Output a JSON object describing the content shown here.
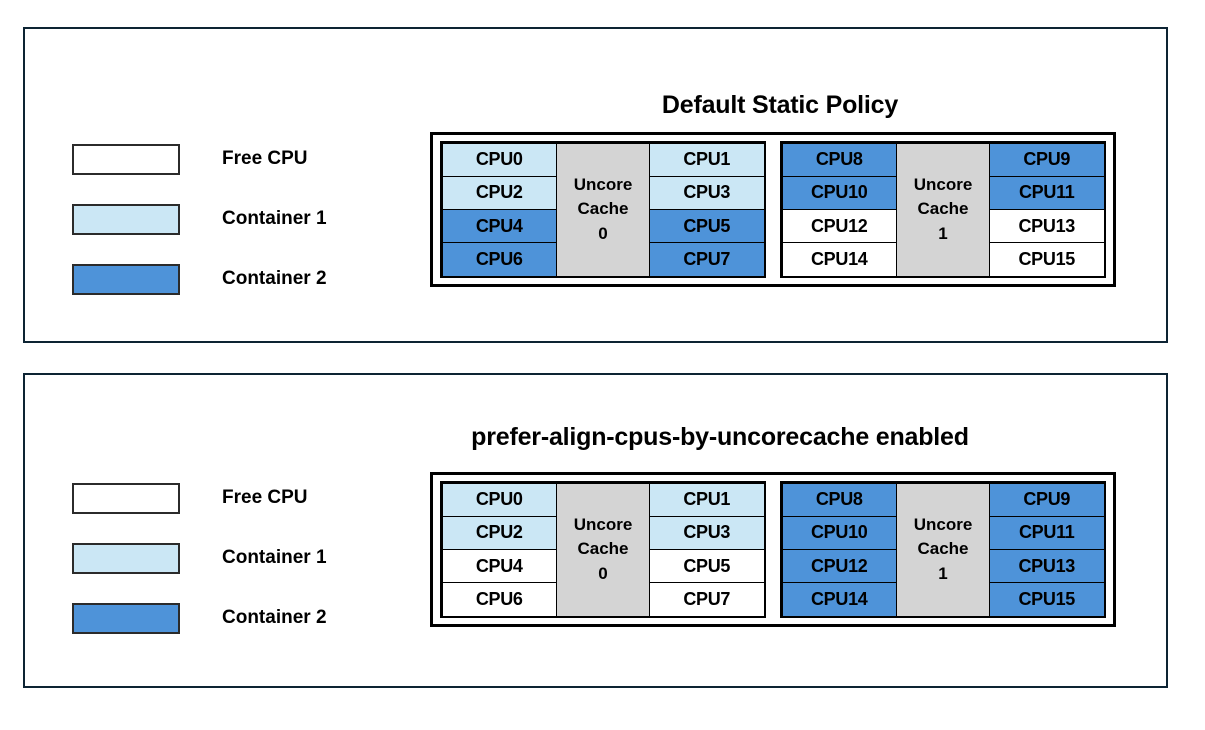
{
  "colors": {
    "panel_border": "#0d2433",
    "free": "#ffffff",
    "container1": "#cbe7f5",
    "container2": "#4e93d9",
    "uncore_cache": "#d4d4d4",
    "cell_border": "#000000"
  },
  "panels": [
    {
      "title": "Default Static Policy",
      "legend": [
        {
          "label": "Free CPU",
          "state": "free"
        },
        {
          "label": "Container 1",
          "state": "container1"
        },
        {
          "label": "Container 2",
          "state": "container2"
        }
      ],
      "groups": [
        {
          "cache_line1": "Uncore",
          "cache_line2": "Cache",
          "cache_line3": "0",
          "left_column": [
            {
              "label": "CPU0",
              "state": "container1"
            },
            {
              "label": "CPU2",
              "state": "container1"
            },
            {
              "label": "CPU4",
              "state": "container2"
            },
            {
              "label": "CPU6",
              "state": "container2"
            }
          ],
          "right_column": [
            {
              "label": "CPU1",
              "state": "container1"
            },
            {
              "label": "CPU3",
              "state": "container1"
            },
            {
              "label": "CPU5",
              "state": "container2"
            },
            {
              "label": "CPU7",
              "state": "container2"
            }
          ]
        },
        {
          "cache_line1": "Uncore",
          "cache_line2": "Cache",
          "cache_line3": "1",
          "left_column": [
            {
              "label": "CPU8",
              "state": "container2"
            },
            {
              "label": "CPU10",
              "state": "container2"
            },
            {
              "label": "CPU12",
              "state": "free"
            },
            {
              "label": "CPU14",
              "state": "free"
            }
          ],
          "right_column": [
            {
              "label": "CPU9",
              "state": "container2"
            },
            {
              "label": "CPU11",
              "state": "container2"
            },
            {
              "label": "CPU13",
              "state": "free"
            },
            {
              "label": "CPU15",
              "state": "free"
            }
          ]
        }
      ]
    },
    {
      "title": "prefer-align-cpus-by-uncorecache enabled",
      "legend": [
        {
          "label": "Free CPU",
          "state": "free"
        },
        {
          "label": "Container 1",
          "state": "container1"
        },
        {
          "label": "Container 2",
          "state": "container2"
        }
      ],
      "groups": [
        {
          "cache_line1": "Uncore",
          "cache_line2": "Cache",
          "cache_line3": "0",
          "left_column": [
            {
              "label": "CPU0",
              "state": "container1"
            },
            {
              "label": "CPU2",
              "state": "container1"
            },
            {
              "label": "CPU4",
              "state": "free"
            },
            {
              "label": "CPU6",
              "state": "free"
            }
          ],
          "right_column": [
            {
              "label": "CPU1",
              "state": "container1"
            },
            {
              "label": "CPU3",
              "state": "container1"
            },
            {
              "label": "CPU5",
              "state": "free"
            },
            {
              "label": "CPU7",
              "state": "free"
            }
          ]
        },
        {
          "cache_line1": "Uncore",
          "cache_line2": "Cache",
          "cache_line3": "1",
          "left_column": [
            {
              "label": "CPU8",
              "state": "container2"
            },
            {
              "label": "CPU10",
              "state": "container2"
            },
            {
              "label": "CPU12",
              "state": "container2"
            },
            {
              "label": "CPU14",
              "state": "container2"
            }
          ],
          "right_column": [
            {
              "label": "CPU9",
              "state": "container2"
            },
            {
              "label": "CPU11",
              "state": "container2"
            },
            {
              "label": "CPU13",
              "state": "container2"
            },
            {
              "label": "CPU15",
              "state": "container2"
            }
          ]
        }
      ]
    }
  ]
}
